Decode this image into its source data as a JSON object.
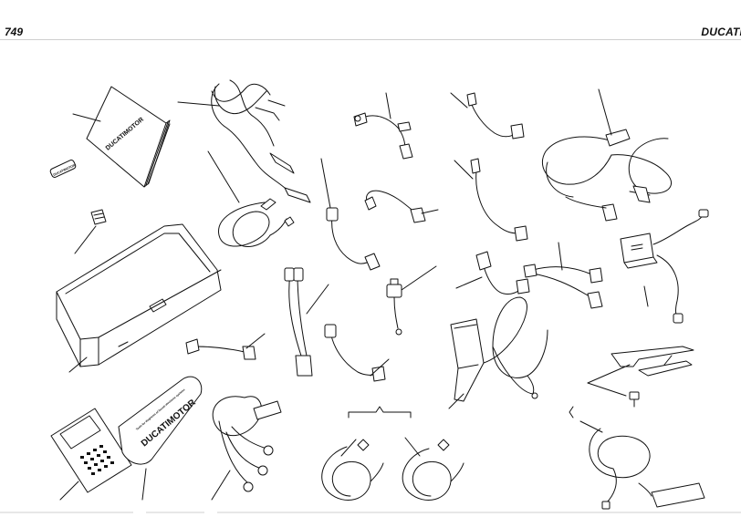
{
  "header": {
    "page_number": "749",
    "brand": "DUCATI"
  },
  "labels": {
    "manual_logo": "DUCATIMOTOR",
    "key_tag_text": "DUCATIMOTOR",
    "pouch_logo": "DUCATIMOTOR",
    "pouch_small_text": "Tools for diagnosis of Ducati electronic systems"
  },
  "colors": {
    "ink": "#111111",
    "rule": "#cfcfcf",
    "background": "#ffffff"
  }
}
